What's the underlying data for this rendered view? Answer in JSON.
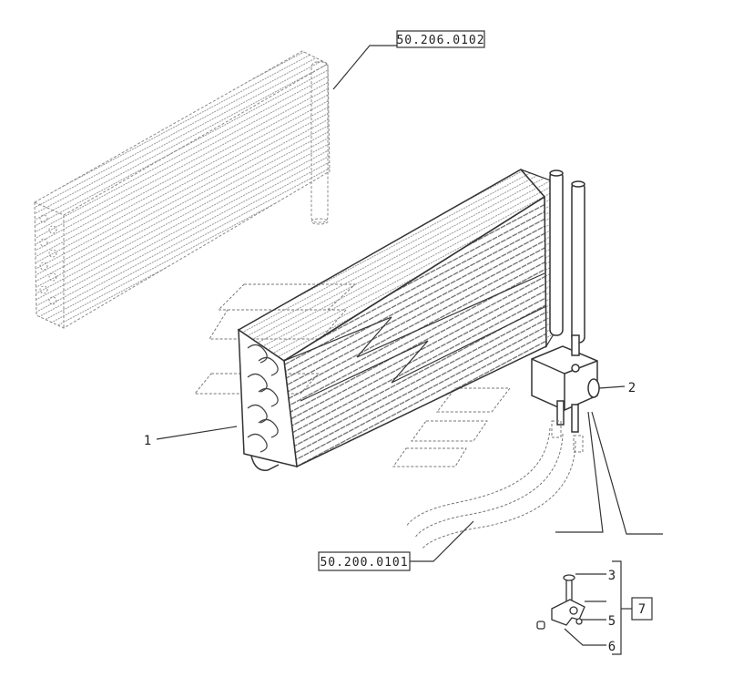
{
  "references": {
    "top_ref": "50.206.0102",
    "bottom_ref": "50.200.0101"
  },
  "callouts": {
    "c1": "1",
    "c2": "2",
    "c3": "3",
    "c5": "5",
    "c6": "6",
    "c7": "7"
  },
  "colors": {
    "line": "#333333",
    "dash": "#777777",
    "fill": "#ffffff"
  }
}
